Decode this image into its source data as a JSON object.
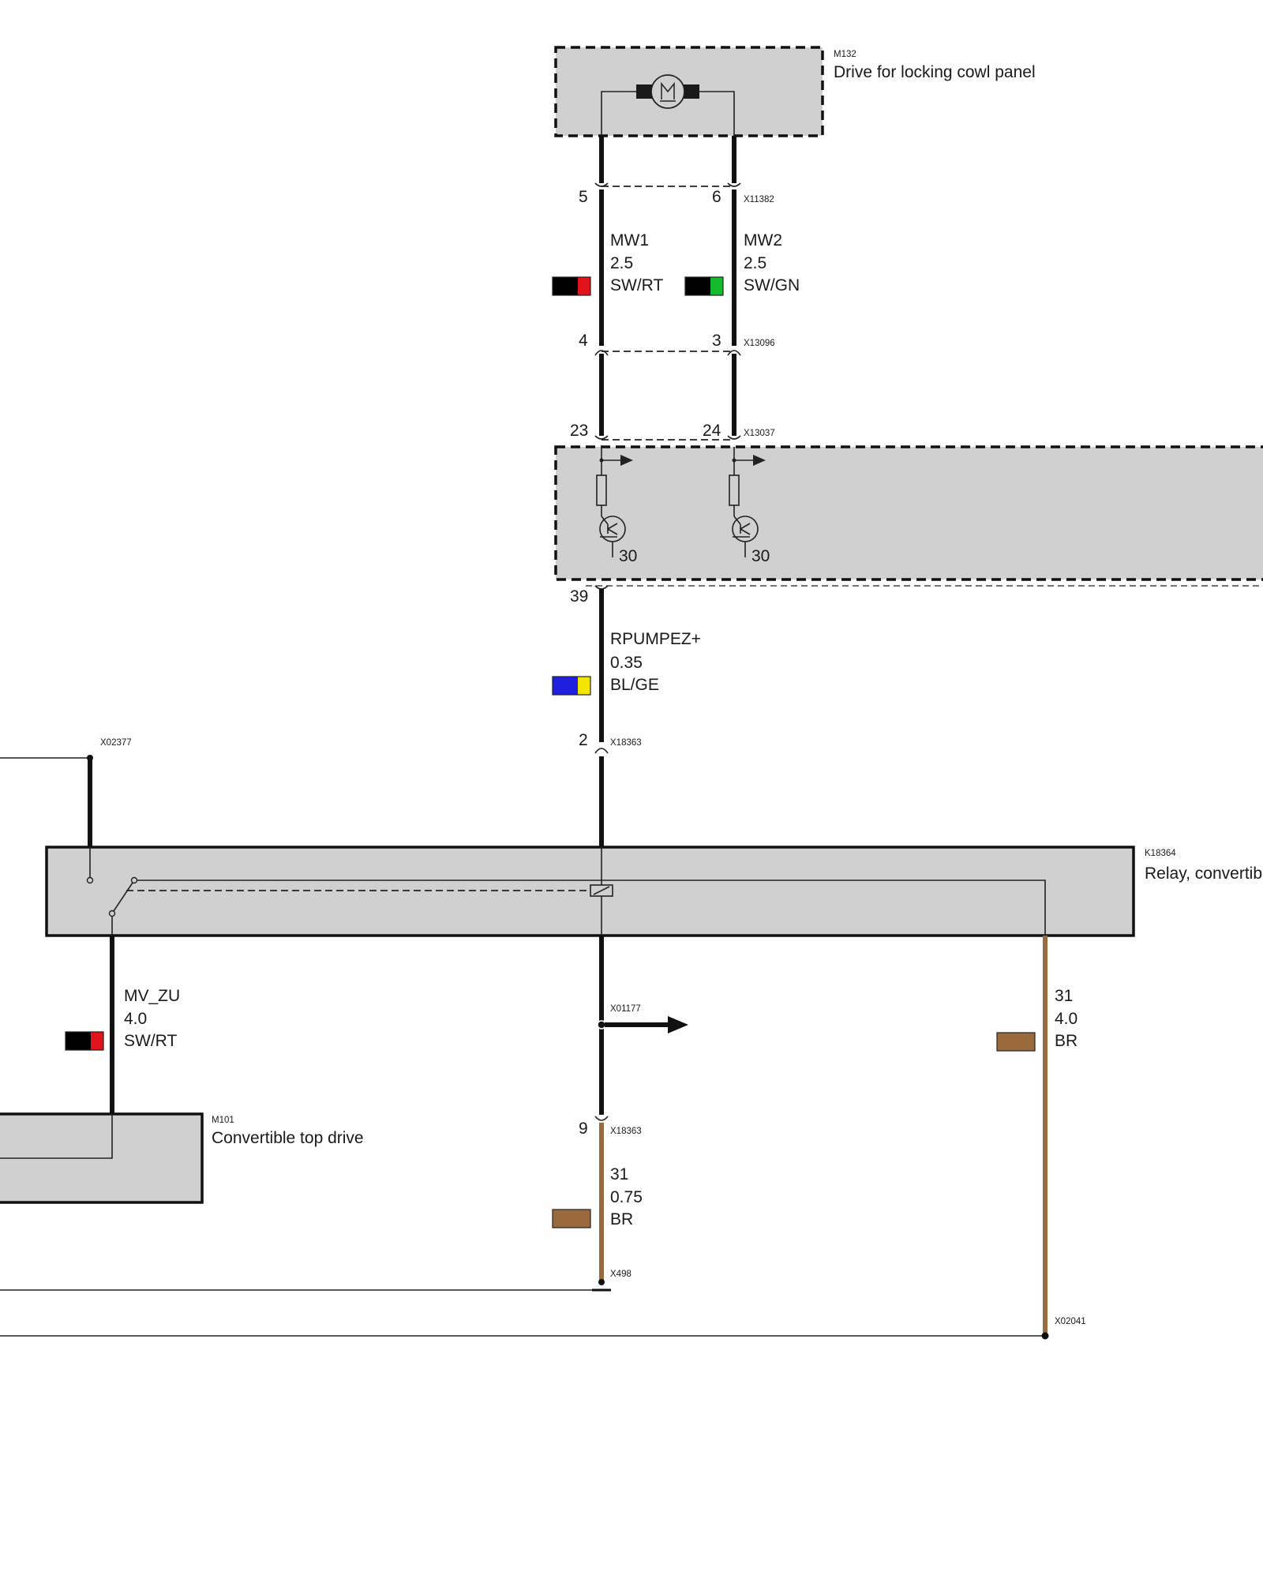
{
  "colors": {
    "black": "#000000",
    "red": "#e0141b",
    "green": "#15b92c",
    "blue": "#1f1fe0",
    "yellow": "#f2e600",
    "brown": "#9a6a3c",
    "box_fill": "#d0d0d0"
  },
  "icons": {
    "motor": "motor-icon",
    "transistor": "transistor-icon",
    "resistor": "resistor-icon",
    "relay_coil": "relay-coil-icon",
    "switch": "switch-icon",
    "arrow": "arrow-right-icon"
  },
  "components": {
    "m132": {
      "id": "M132",
      "name": "Drive for locking cowl panel"
    },
    "k18364": {
      "id": "K18364",
      "name": "Relay, convertib"
    },
    "m101": {
      "id": "M101",
      "name": "Convertible top drive"
    }
  },
  "connectors": {
    "x11382": {
      "id": "X11382",
      "pin_left": "5",
      "pin_right": "6"
    },
    "x13096": {
      "id": "X13096",
      "pin_left": "4",
      "pin_right": "3"
    },
    "x13037": {
      "id": "X13037",
      "pin_left": "23",
      "pin_right": "24"
    },
    "ecu_pin": "39",
    "ecu_terminal_left": "30",
    "ecu_terminal_right": "30",
    "x18363_top": {
      "id": "X18363",
      "pin": "2"
    },
    "x18363_bottom": {
      "id": "X18363",
      "pin": "9"
    },
    "x02377": {
      "id": "X02377"
    },
    "x01177": {
      "id": "X01177"
    },
    "x498": {
      "id": "X498"
    },
    "x02041": {
      "id": "X02041"
    }
  },
  "wires": {
    "mw1": {
      "signal": "MW1",
      "gauge": "2.5",
      "color_code": "SW/RT",
      "colors": [
        "#000000",
        "#e0141b"
      ]
    },
    "mw2": {
      "signal": "MW2",
      "gauge": "2.5",
      "color_code": "SW/GN",
      "colors": [
        "#000000",
        "#15b92c"
      ]
    },
    "rpumpez": {
      "signal": "RPUMPEZ+",
      "gauge": "0.35",
      "color_code": "BL/GE",
      "colors": [
        "#1f1fe0",
        "#f2e600"
      ]
    },
    "mv_zu": {
      "signal": "MV_ZU",
      "gauge": "4.0",
      "color_code": "SW/RT",
      "colors": [
        "#000000",
        "#e0141b"
      ]
    },
    "gnd_right": {
      "signal": "31",
      "gauge": "4.0",
      "color_code": "BR",
      "colors": [
        "#9a6a3c"
      ]
    },
    "gnd_mid": {
      "signal": "31",
      "gauge": "0.75",
      "color_code": "BR",
      "colors": [
        "#9a6a3c"
      ]
    }
  }
}
